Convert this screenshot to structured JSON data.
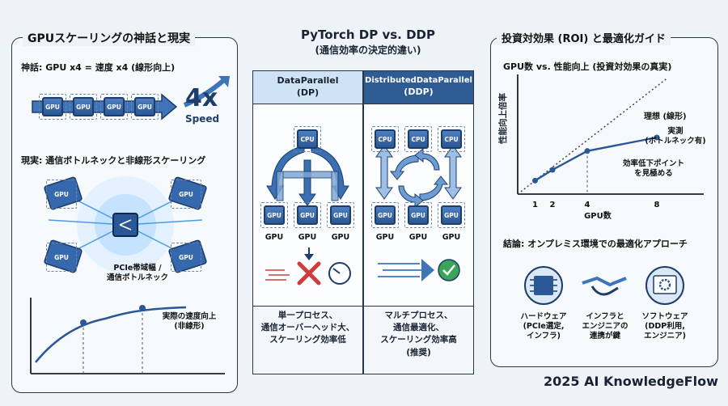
{
  "left": {
    "title": "GPUスケーリングの神話と現実",
    "myth_label": "神話: GPU x4 = 速度 x4 (線形向上)",
    "gpu_chip_label": "GPU",
    "speed_big": "4x",
    "speed_small": "Speed",
    "reality_label": "現実: 通信ボトルネックと非線形スケーリング",
    "bottleneck_label_1": "PCIe帯域幅 /",
    "bottleneck_label_2": "通信ボトルネック",
    "actual_1": "実際の速度向上",
    "actual_2": "(非線形)"
  },
  "center": {
    "title_1": "PyTorch DP vs. DDP",
    "title_2": "(通信効率の決定的違い)",
    "dp_head_1": "DataParallel",
    "dp_head_2": "(DP)",
    "ddp_head_1": "DistributedDataParallel",
    "ddp_head_2": "(DDP)",
    "cpu_label": "CPU",
    "gpu_label": "GPU",
    "dp_caption_1": "単一プロセス、",
    "dp_caption_2": "通信オーバーヘッド大、",
    "dp_caption_3": "スケーリング効率低",
    "ddp_caption_1": "マルチプロセス、",
    "ddp_caption_2": "通信最適化、",
    "ddp_caption_3": "スケーリング効率高",
    "ddp_caption_4": "(推奨)"
  },
  "right": {
    "title": "投資対効果 (ROI) と最適化ガイド",
    "chart_title": "GPU数 vs. 性能向上 (投資対効果の真実)",
    "ylabel": "性能向上倍率",
    "ideal_label": "理想 (線形)",
    "actual_label_1": "実測",
    "actual_label_2": "(ボトルネック有)",
    "point_label_1": "効率低下ポイント",
    "point_label_2": "を見極める",
    "conclusion": "結論: オンプレミス環境での最適化アプローチ",
    "hw_1": "ハードウェア",
    "hw_2": "(PCIe選定,",
    "hw_3": "インフラ)",
    "mid_1": "インフラと",
    "mid_2": "エンジニアの",
    "mid_3": "連携が鍵",
    "sw_1": "ソフトウェア",
    "sw_2": "(DDP利用,",
    "sw_3": "エンジニア)"
  },
  "footer": "2025 AI KnowledgeFlow",
  "chart_data": {
    "type": "line",
    "title": "GPU数 vs. 性能向上 (投資対効果の真実)",
    "xlabel": "GPU数",
    "ylabel": "性能向上倍率",
    "categories": [
      1,
      2,
      4,
      8
    ],
    "series": [
      {
        "name": "理想 (線形)",
        "values": [
          1,
          2,
          4,
          8
        ]
      },
      {
        "name": "実測",
        "values": [
          1,
          1.8,
          3.2,
          4.2
        ]
      }
    ]
  },
  "colors": {
    "accent": "#2a5795",
    "dark": "#1d3d6b",
    "ddp_header": "#2f5b93",
    "red": "#d23b3b",
    "green": "#3aa55a"
  }
}
